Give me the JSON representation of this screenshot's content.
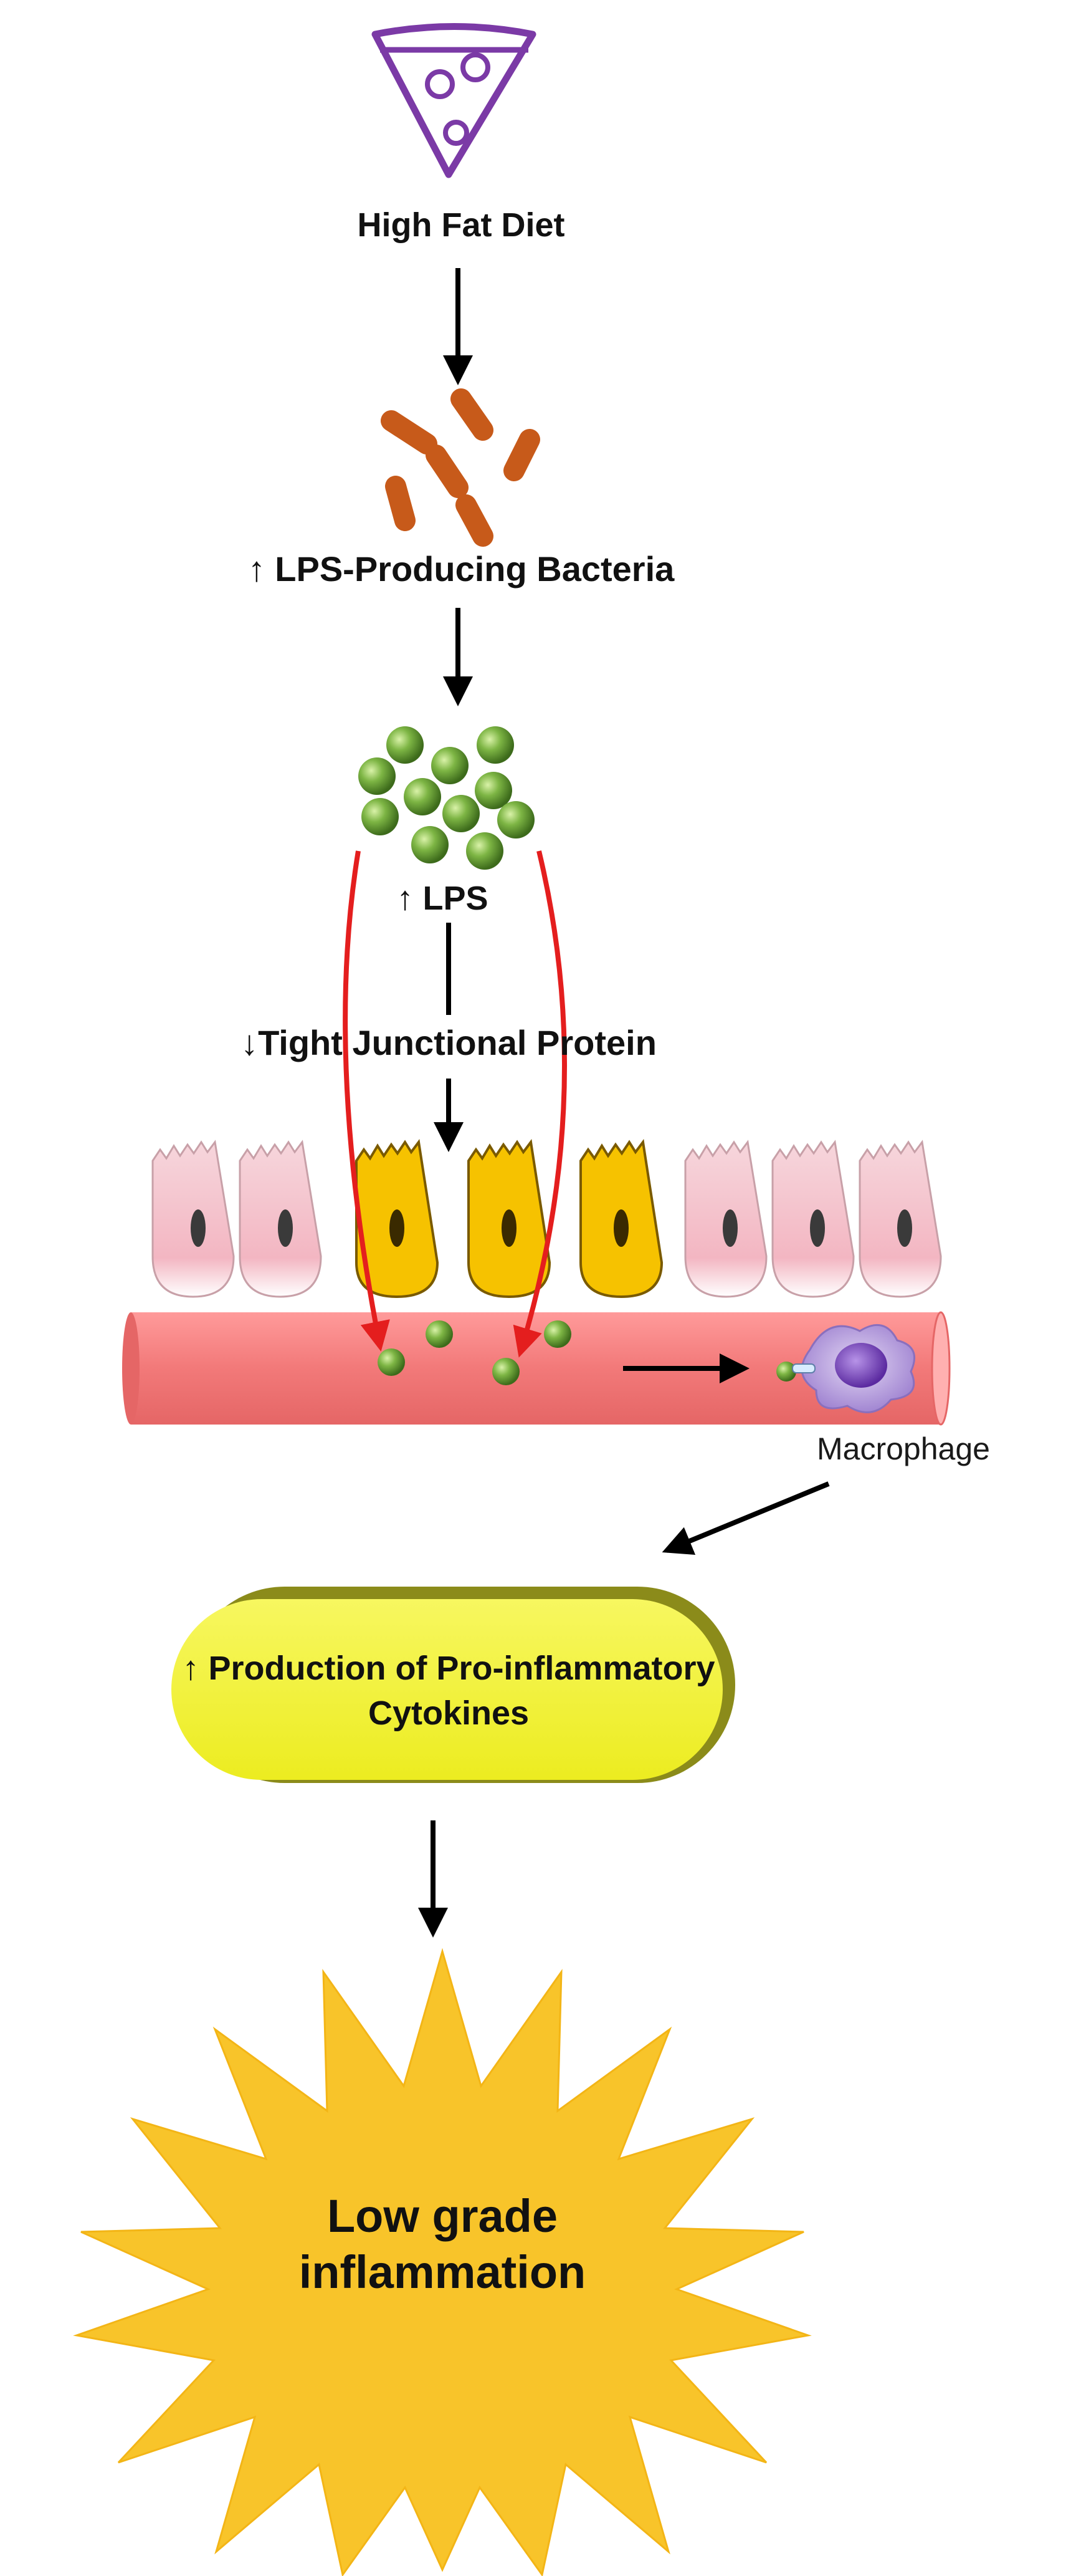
{
  "labels": {
    "diet": "High Fat Diet",
    "bacteria": "↑ LPS-Producing Bacteria",
    "lps": "↑ LPS",
    "tight_junction": "↓Tight Junctional Protein",
    "macrophage": "Macrophage",
    "cytokines": "↑ Production of Pro-inflammatory Cytokines",
    "inflammation": "Low grade inflammation"
  },
  "icons": [
    "pizza-slice-icon",
    "rod-bacteria-icon",
    "lps-particle-icon",
    "epithelial-cell-icon",
    "blood-vessel-icon",
    "macrophage-icon",
    "starburst-icon"
  ],
  "colors": {
    "pizza_outline": "#7b3aa6",
    "bacteria": "#c75a1a",
    "lps_particle": "#6aa33a",
    "healthy_cell": "#f3c6cc",
    "damaged_cell": "#f6c200",
    "vessel": "#f47f7f",
    "macrophage": "#a78bd0",
    "cytokine_capsule": "#f2f23a",
    "inflammation_star": "#f8c42a",
    "red_arrow": "#e41e1e",
    "black_arrow": "#000000"
  }
}
